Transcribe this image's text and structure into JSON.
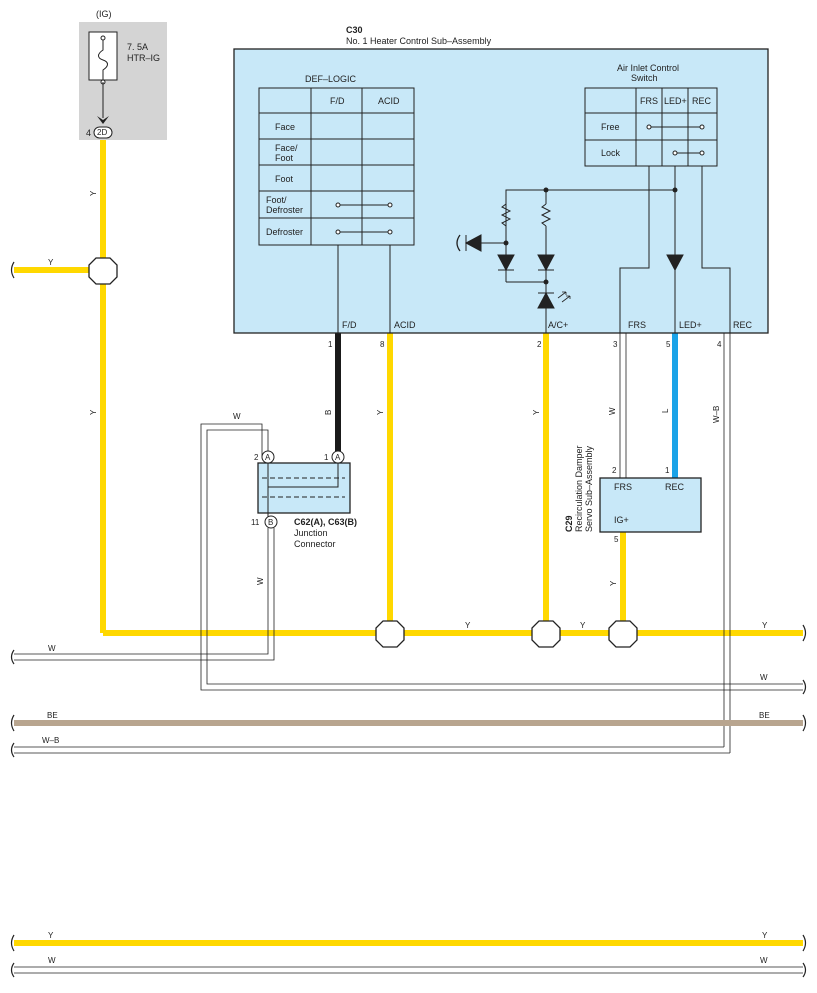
{
  "fuse_box": {
    "ig": "(IG)",
    "rating": "7. 5A",
    "name": "HTR–IG",
    "pin": "4",
    "connector": "2D"
  },
  "main_unit": {
    "code": "C30",
    "title": "No.  1 Heater Control Sub–Assembly"
  },
  "def_logic": {
    "title": "DEF–LOGIC",
    "columns": [
      "F/D",
      "ACID"
    ],
    "rows": [
      "Face",
      "Face/\nFoot",
      "Foot",
      "Foot/\nDefroster",
      "Defroster"
    ]
  },
  "air_inlet": {
    "title_line1": "Air Inlet Control",
    "title_line2": "Switch",
    "columns": [
      "FRS",
      "LED+",
      "REC"
    ],
    "rows": [
      "Free",
      "Lock"
    ]
  },
  "terminals": {
    "fd": "F/D",
    "acid": "ACID",
    "ac": "A/C+",
    "frs": "FRS",
    "led": "LED+",
    "rec": "REC",
    "pin_fd": "1",
    "pin_acid": "8",
    "pin_ac": "2",
    "pin_frs": "3",
    "pin_led": "5",
    "pin_rec": "4"
  },
  "junction": {
    "code": "C62(A), C63(B)",
    "name_line1": "Junction",
    "name_line2": "Connector",
    "pin_a2": "2",
    "pin_a1": "1",
    "pin_b11": "11",
    "conn_a": "A",
    "conn_b": "B"
  },
  "servo": {
    "code": "C29",
    "name_line1": "Recirculation Damper",
    "name_line2": "Servo Sub–Assembly",
    "frs": "FRS",
    "rec": "REC",
    "ig": "IG+",
    "pin_frs": "2",
    "pin_rec": "1",
    "pin_ig": "5"
  },
  "wire_colors": {
    "y": "Y",
    "b": "B",
    "w": "W",
    "l": "L",
    "wb": "W–B",
    "be": "BE"
  },
  "colors": {
    "yellow": "#ffd800",
    "black": "#1a1a1a",
    "blue": "#1aa3e8",
    "beige": "#b8a58f",
    "panel": "#c8e8f8",
    "fuse_bg": "#d4d4d4"
  }
}
